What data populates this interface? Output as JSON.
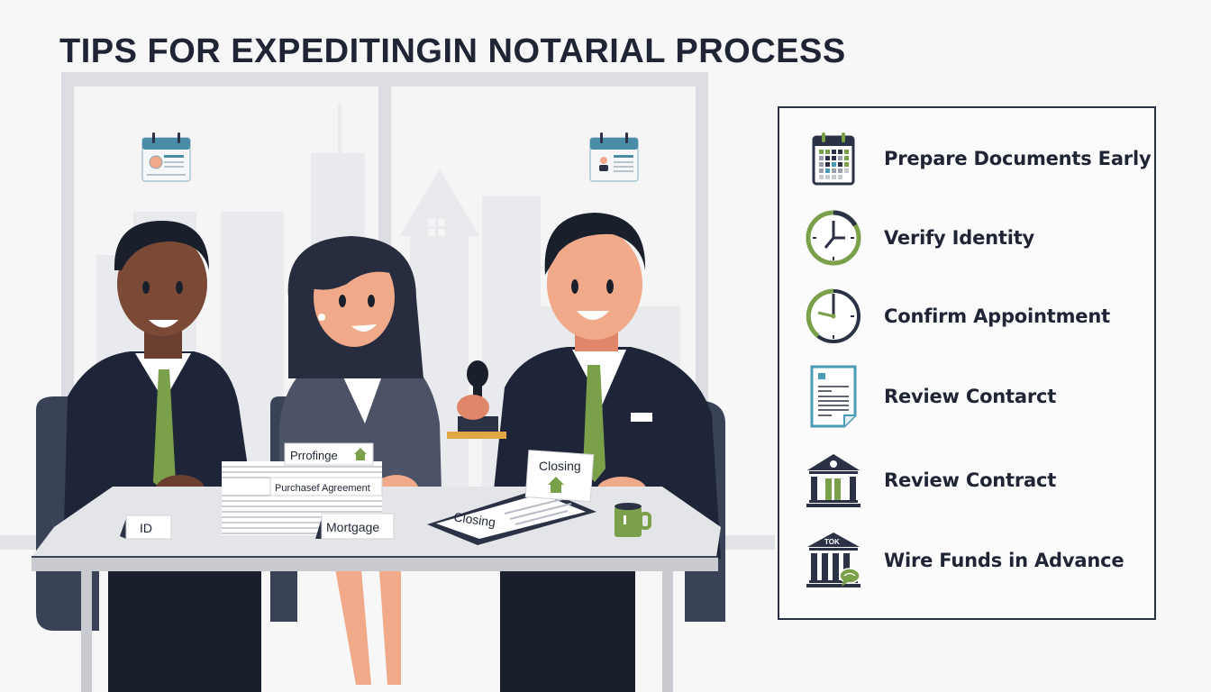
{
  "header": {
    "title": "TIPS FOR EXPEDITINGIN NOTARIAL PROCESS"
  },
  "illustration": {
    "description": "Three business professionals seated at a table with notarial documents",
    "wall_calendars": [
      {
        "name": "calendar-left",
        "icon": "calendar-profile-icon"
      },
      {
        "name": "calendar-right",
        "icon": "calendar-profile-icon"
      }
    ],
    "documents": {
      "stack_tab_top": "Prrofinge",
      "stack_tab_middle": "Purchasef Agreement",
      "stack_tab_bottom": "Mortgage",
      "id_card": "ID",
      "closing_card": "Closing",
      "closing_clipboard": "Closing"
    },
    "colors": {
      "suit": "#1f2538",
      "tie": "#7ba04a",
      "table": "#e4e5e8",
      "window_frame": "#dcdde2",
      "skyline": "#e9eaed"
    }
  },
  "tips": {
    "items": [
      {
        "label": "Prepare Documents Early",
        "icon": "calendar-icon"
      },
      {
        "label": "Verify Identity",
        "icon": "clock-icon"
      },
      {
        "label": "Confirm Appointment",
        "icon": "clock-icon"
      },
      {
        "label": "Review Contarct",
        "icon": "document-icon"
      },
      {
        "label": "Review Contract",
        "icon": "bank-icon"
      },
      {
        "label": "Wire Funds in Advance",
        "icon": "bank-chat-icon",
        "icon_text": "TOK"
      }
    ],
    "colors": {
      "accent_green": "#7ba04a",
      "navy": "#1f2535",
      "teal": "#4a9bb5",
      "border": "#2b3245"
    }
  }
}
